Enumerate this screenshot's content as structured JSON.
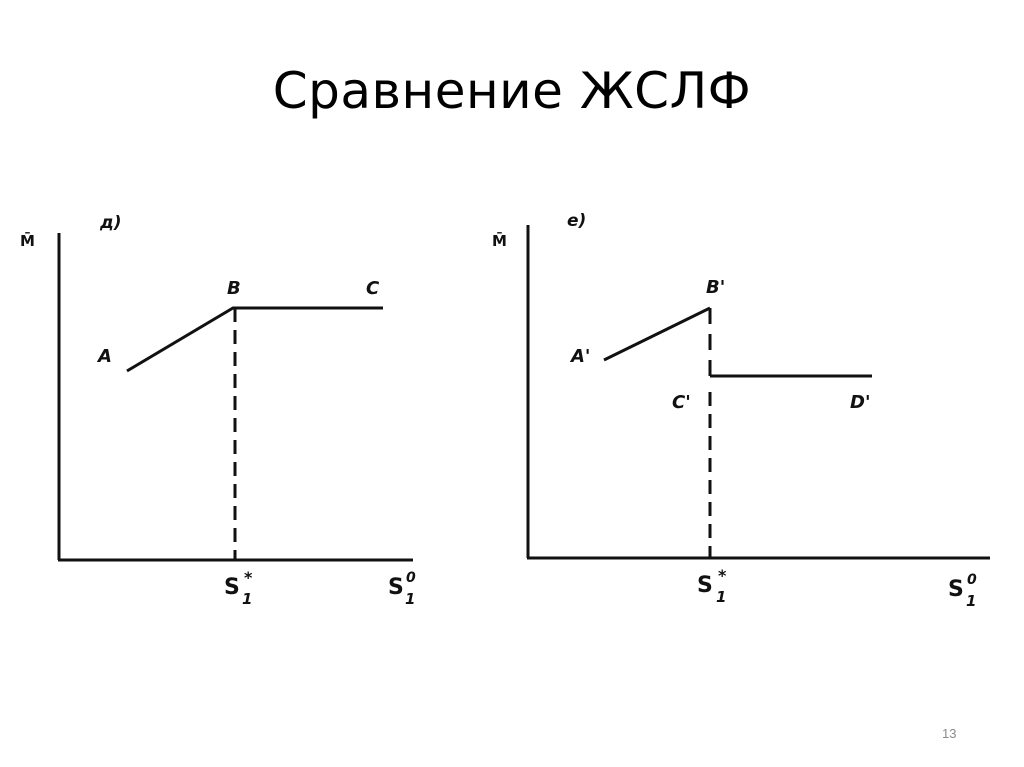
{
  "slide": {
    "title": "Сравнение ЖСЛФ",
    "page_number": "13"
  },
  "panels": [
    {
      "tag": "д)",
      "y_axis_label": "M̄",
      "x_tick_label": "S",
      "x_tick_sub": "1",
      "x_tick_sup": "*",
      "x_end_label": "S",
      "x_end_sub": "1",
      "x_end_sup": "0",
      "points": {
        "A": "A",
        "B": "B",
        "C": "C"
      }
    },
    {
      "tag": "е)",
      "y_axis_label": "M̄",
      "x_tick_label": "S",
      "x_tick_sub": "1",
      "x_tick_sup": "*",
      "x_end_label": "S",
      "x_end_sub": "1",
      "x_end_sup": "0",
      "points": {
        "A": "A'",
        "B": "B'",
        "C": "C'",
        "D": "D'"
      }
    }
  ],
  "chart_data": [
    {
      "type": "line",
      "title": "д)",
      "xlabel": "S1^0",
      "ylabel": "M̄",
      "x_marker": "S1*",
      "series": [
        {
          "name": "A-B",
          "x": [
            "A",
            "S1*"
          ],
          "y": [
            "low",
            "high"
          ]
        },
        {
          "name": "B-C",
          "x": [
            "S1*",
            "C"
          ],
          "y": [
            "high",
            "high"
          ]
        }
      ],
      "annotations": [
        "A",
        "B",
        "C",
        "dashed vertical at S1*"
      ]
    },
    {
      "type": "line",
      "title": "е)",
      "xlabel": "S1^0",
      "ylabel": "M̄",
      "x_marker": "S1*",
      "series": [
        {
          "name": "A'-B'",
          "x": [
            "A'",
            "S1*"
          ],
          "y": [
            "low",
            "high"
          ]
        },
        {
          "name": "B'-C' drop",
          "x": [
            "S1*",
            "S1*"
          ],
          "y": [
            "high",
            "lower"
          ]
        },
        {
          "name": "C'-D'",
          "x": [
            "S1*",
            "D'"
          ],
          "y": [
            "lower",
            "lower"
          ]
        }
      ],
      "annotations": [
        "A'",
        "B'",
        "C'",
        "D'",
        "dashed vertical at S1*"
      ]
    }
  ]
}
